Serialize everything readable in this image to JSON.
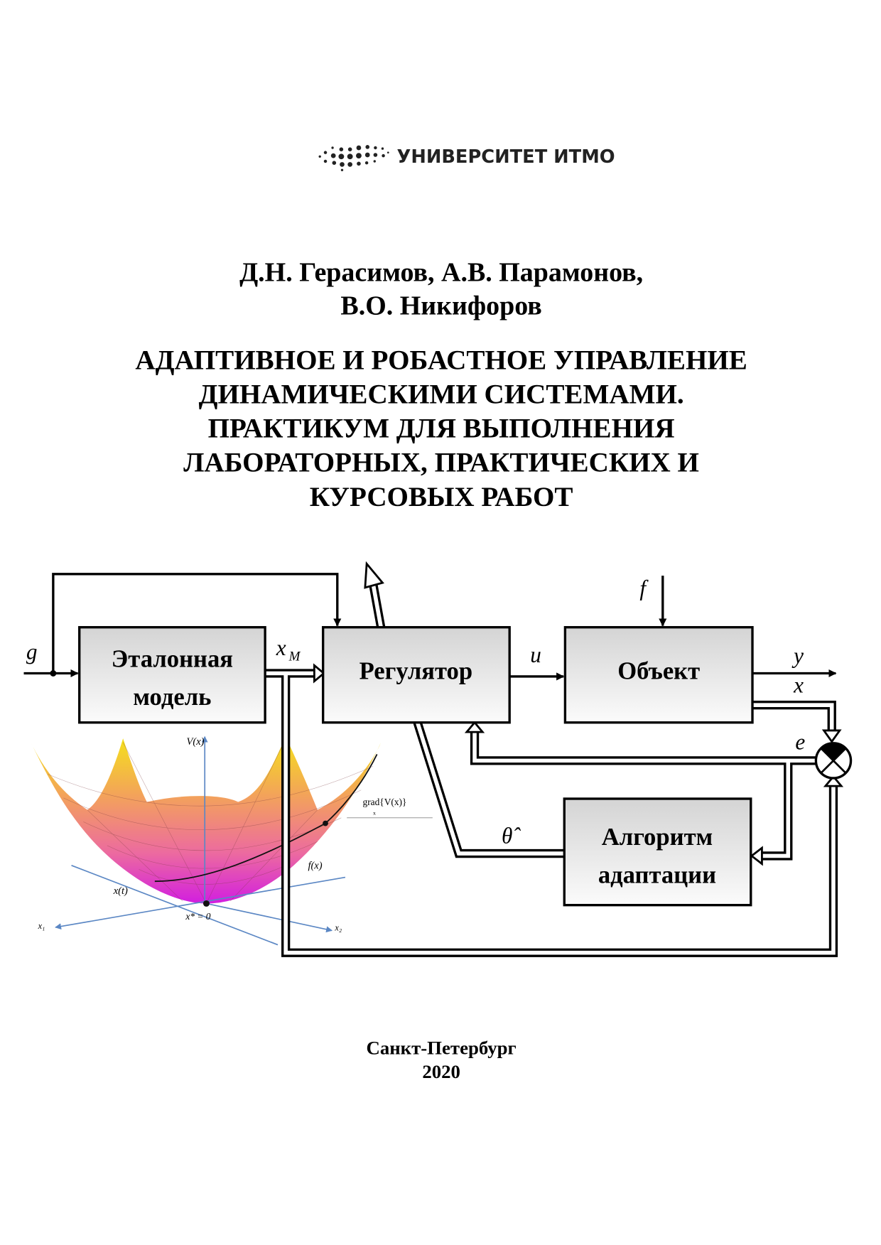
{
  "logo": {
    "text": "УНИВЕРСИТЕТ ИТМО"
  },
  "authors": [
    "Д.Н. Герасимов, А.В. Парамонов,",
    "В.О. Никифоров"
  ],
  "title_lines": [
    "АДАПТИВНОЕ И РОБАСТНОЕ УПРАВЛЕНИЕ",
    "ДИНАМИЧЕСКИМИ СИСТЕМАМИ.",
    "ПРАКТИКУМ ДЛЯ ВЫПОЛНЕНИЯ",
    "ЛАБОРАТОРНЫХ, ПРАКТИЧЕСКИХ И",
    "КУРСОВЫХ РАБОТ"
  ],
  "diagram": {
    "blocks": {
      "reference_model": [
        "Эталонная",
        "модель"
      ],
      "controller": "Регулятор",
      "plant": "Объект",
      "adaptation": [
        "Алгоритм",
        "адаптации"
      ]
    },
    "signals": {
      "g": "g",
      "xm": "x",
      "xm_sub": "M",
      "u": "u",
      "f": "f",
      "y": "y",
      "x": "x",
      "e": "e",
      "theta": "θ̂"
    }
  },
  "surface_plot": {
    "v_label": "V(x)",
    "grad_label": "grad{V(x)}",
    "grad_sub": "x",
    "f_label": "f(x)",
    "xt_label": "x(t)",
    "origin_label": "x* = 0",
    "x1_label": "x₁",
    "x2_label": "x₂"
  },
  "footer": {
    "city": "Санкт-Петербург",
    "year": "2020"
  }
}
